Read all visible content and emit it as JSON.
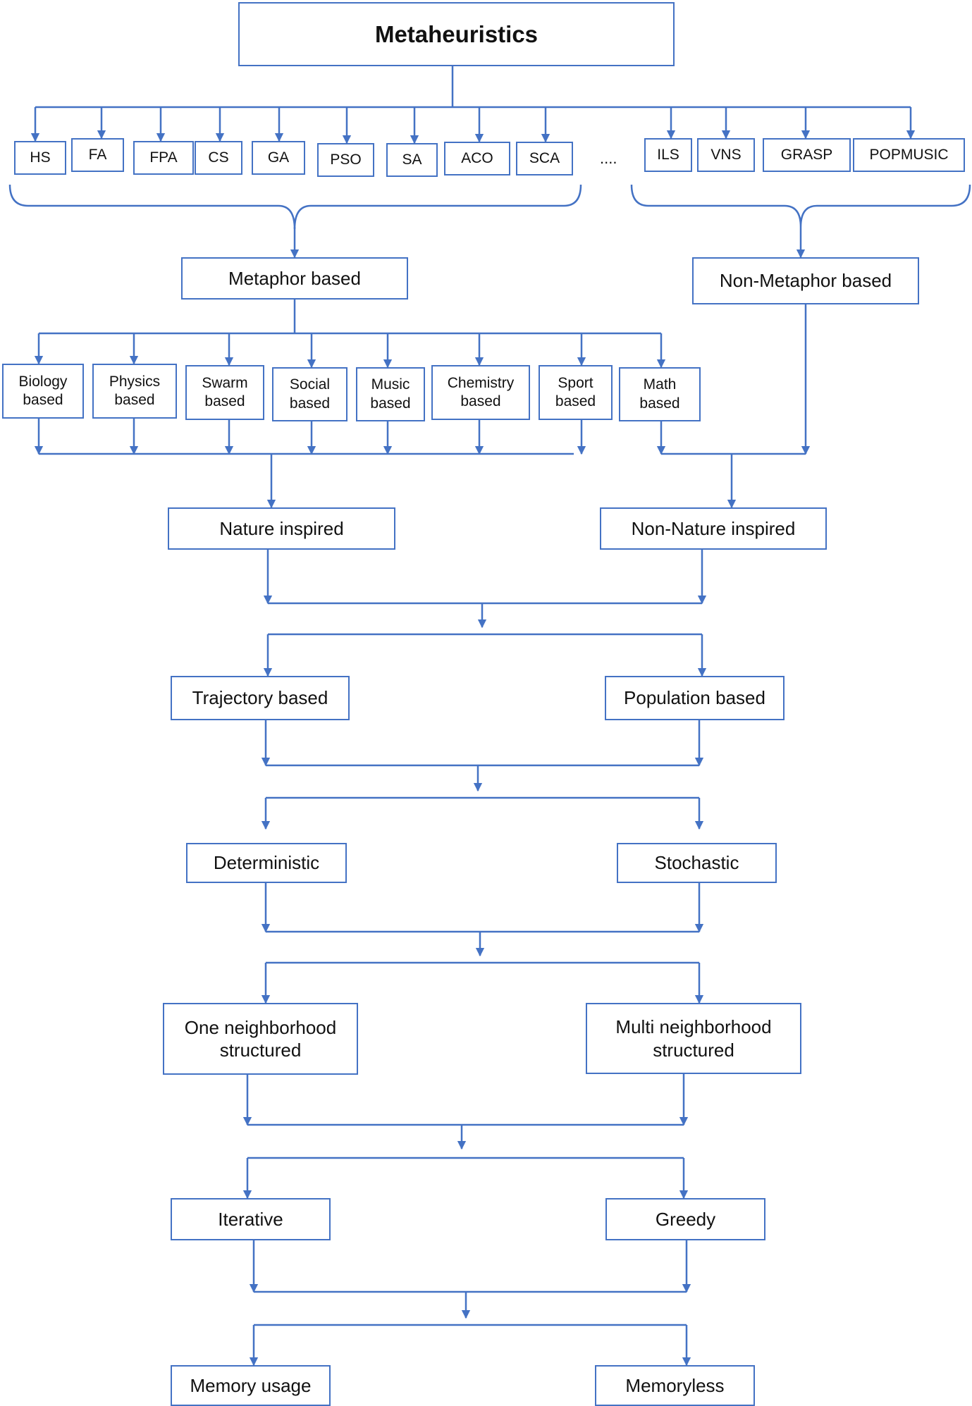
{
  "title": "Metaheuristics",
  "algorithms_left": [
    "HS",
    "FA",
    "FPA",
    "CS",
    "GA",
    "PSO",
    "SA",
    "ACO",
    "SCA"
  ],
  "ellipsis": "....",
  "algorithms_right": [
    "ILS",
    "VNS",
    "GRASP",
    "POPMUSIC"
  ],
  "metaphor": "Metaphor based",
  "non_metaphor": "Non-Metaphor based",
  "categories": [
    "Biology\nbased",
    "Physics\nbased",
    "Swarm\nbased",
    "Social\nbased",
    "Music\nbased",
    "Chemistry\nbased",
    "Sport\nbased",
    "Math\nbased"
  ],
  "nature": "Nature inspired",
  "non_nature": "Non-Nature inspired",
  "trajectory": "Trajectory based",
  "population": "Population based",
  "deterministic": "Deterministic",
  "stochastic": "Stochastic",
  "one_neighborhood": "One neighborhood\nstructured",
  "multi_neighborhood": "Multi neighborhood\nstructured",
  "iterative": "Iterative",
  "greedy": "Greedy",
  "memory_usage": "Memory usage",
  "memoryless": "Memoryless",
  "colors": {
    "line": "#4472C4",
    "text": "#111111"
  }
}
